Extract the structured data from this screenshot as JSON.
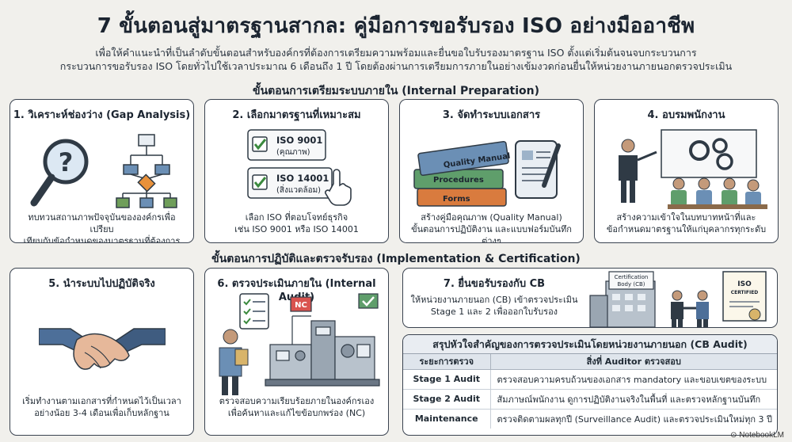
{
  "header": {
    "title": "7 ขั้นตอนสู่มาตรฐานสากล: คู่มือการขอรับรอง ISO อย่างมืออาชีพ",
    "subtitle_line1": "เพื่อให้คำแนะนำที่เป็นลำดับขั้นตอนสำหรับองค์กรที่ต้องการเตรียมความพร้อมและยื่นขอใบรับรองมาตรฐาน ISO ตั้งแต่เริ่มต้นจนจบกระบวนการ",
    "subtitle_line2": "กระบวนการขอรับรอง ISO โดยทั่วไปใช้เวลาประมาณ 6 เดือนถึง 1 ปี โดยต้องผ่านการเตรียมการภายในอย่างเข้มงวดก่อนยื่นให้หน่วยงานภายนอกตรวจประเมิน"
  },
  "sections": {
    "internal": "ขั้นตอนการเตรียมระบบภายใน (Internal Preparation)",
    "implementation": "ขั้นตอนการปฏิบัติและตรวจรับรอง (Implementation & Certification)"
  },
  "steps": [
    {
      "title": "1. วิเคราะห์ช่องว่าง (Gap Analysis)",
      "desc": [
        "ทบทวนสถานภาพปัจจุบันขององค์กรเพื่อเปรียบ",
        "เทียบกับข้อกำหนดของมาตรฐานที่ต้องการ"
      ]
    },
    {
      "title": "2. เลือกมาตรฐานที่เหมาะสม",
      "desc": [
        "เลือก ISO ที่ตอบโจทย์ธุรกิจ",
        "เช่น ISO 9001 หรือ ISO 14001"
      ],
      "options": [
        {
          "code": "ISO 9001",
          "note": "(คุณภาพ)"
        },
        {
          "code": "ISO 14001",
          "note": "(สิ่งแวดล้อม)"
        }
      ]
    },
    {
      "title": "3. จัดทำระบบเอกสาร",
      "desc": [
        "สร้างคู่มือคุณภาพ (Quality Manual)",
        "ขั้นตอนการปฏิบัติงาน และแบบฟอร์มบันทึกต่างๆ"
      ],
      "books": [
        "Quality Manual",
        "Procedures",
        "Forms"
      ]
    },
    {
      "title": "4. อบรมพนักงาน",
      "desc": [
        "สร้างความเข้าใจในบทบาทหน้าที่และ",
        "ข้อกำหนดมาตรฐานให้แก่บุคลากรทุกระดับ"
      ]
    },
    {
      "title": "5. นำระบบไปปฏิบัติจริง",
      "desc": [
        "เริ่มทำงานตามเอกสารที่กำหนดไว้เป็นเวลา",
        "อย่างน้อย 3-4 เดือนเพื่อเก็บหลักฐาน"
      ]
    },
    {
      "title": "6. ตรวจประเมินภายใน (Internal Audit)",
      "desc": [
        "ตรวจสอบความเรียบร้อยภายในองค์กรเอง",
        "เพื่อค้นหาและแก้ไขข้อบกพร่อง (NC)"
      ],
      "nc_label": "NC"
    },
    {
      "title": "7. ยื่นขอรับรองกับ CB",
      "desc": [
        "ให้หน่วยงานภายนอก (CB) เข้าตรวจประเมิน",
        "Stage 1 และ 2 เพื่อออกใบรับรอง"
      ],
      "cb_sign": [
        "Certification",
        "Body (CB)"
      ],
      "cert": [
        "ISO",
        "CERTIFIED"
      ]
    }
  ],
  "audit_table": {
    "title": "สรุปหัวใจสำคัญของการตรวจประเมินโดยหน่วยงานภายนอก (CB Audit)",
    "headers": [
      "ระยะการตรวจ",
      "สิ่งที่ Auditor ตรวจสอบ"
    ],
    "rows": [
      {
        "stage": "Stage 1 Audit",
        "detail": "ตรวจสอบความครบถ้วนของเอกสาร mandatory และขอบเขตของระบบ"
      },
      {
        "stage": "Stage 2 Audit",
        "detail": "สัมภาษณ์พนักงาน ดูการปฏิบัติงานจริงในพื้นที่ และตรวจหลักฐานบันทึก"
      },
      {
        "stage": "Maintenance",
        "detail": "ตรวจติดตามผลทุกปี (Surveillance Audit) และตรวจประเมินใหม่ทุก 3 ปี"
      }
    ]
  },
  "branding": {
    "logo": "NotebookLM"
  }
}
